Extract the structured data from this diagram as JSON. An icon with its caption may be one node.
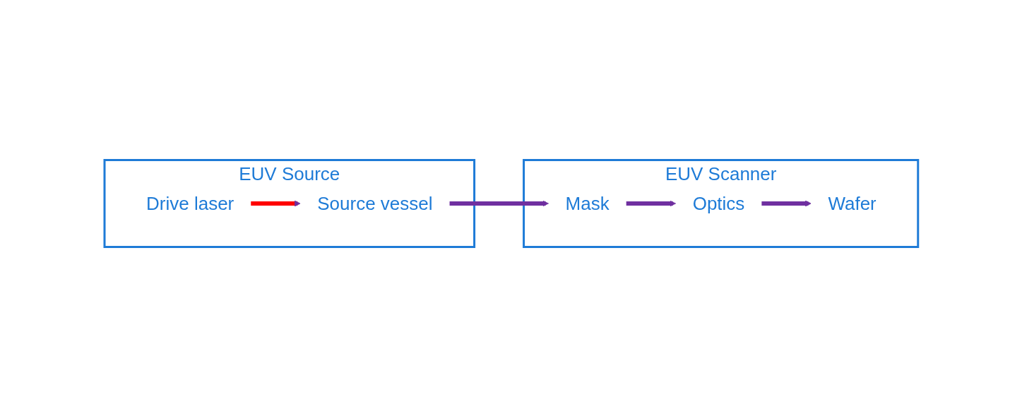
{
  "diagram": {
    "nodes": [
      {
        "text": [
          "EUV Source"
        ]
      },
      {
        "text": [
          "Drive laser"
        ],
        "in": 0
      },
      {
        "text": [
          "Source vessel"
        ],
        "in": 0
      },
      {
        "text": [
          "EUV Scanner"
        ]
      },
      {
        "text": [
          "Mask"
        ],
        "in": 3
      },
      {
        "text": [
          "Optics"
        ],
        "in": 3
      },
      {
        "text": [
          "Wafer"
        ],
        "in": 3
      }
    ],
    "edges": [
      {
        "from": 1,
        "to": 2,
        "arrow": "to",
        "color": "#ff0000"
      },
      {
        "from": 2,
        "to": 4,
        "arrow": "to"
      },
      {
        "from": 4,
        "to": 5,
        "arrow": "to"
      },
      {
        "from": 5,
        "to": 6,
        "arrow": "to"
      }
    ]
  }
}
